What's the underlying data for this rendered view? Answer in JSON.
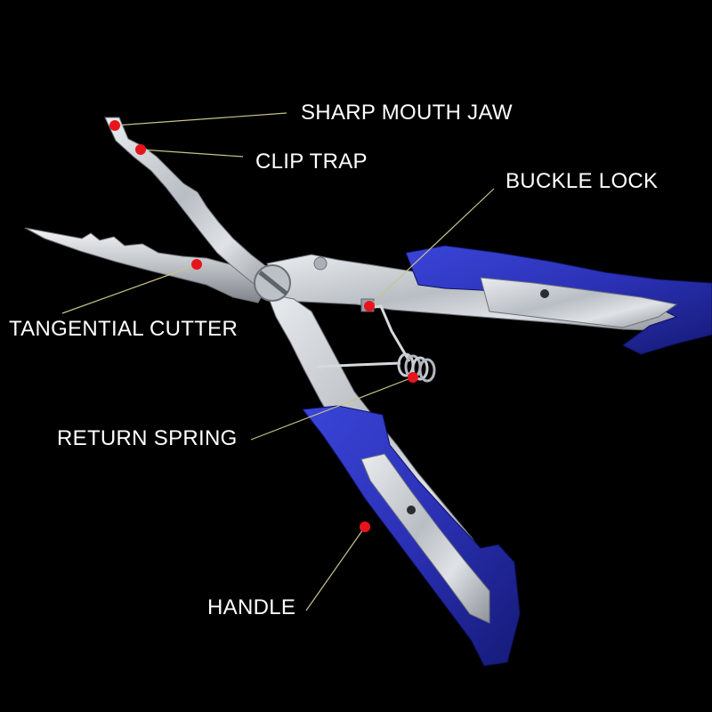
{
  "background_color": "#000000",
  "accent_colors": {
    "handle_blue": "#2a2fb8",
    "steel": "#c9cdd2",
    "marker_red": "#e8141c",
    "leader_line": "#c9c38a"
  },
  "callouts": [
    {
      "id": "sharp-mouth-jaw",
      "label": "SHARP MOUTH JAW"
    },
    {
      "id": "clip-trap",
      "label": "CLIP TRAP"
    },
    {
      "id": "buckle-lock",
      "label": "BUCKLE LOCK"
    },
    {
      "id": "tangential-cutter",
      "label": "TANGENTIAL CUTTER"
    },
    {
      "id": "return-spring",
      "label": "RETURN SPRING"
    },
    {
      "id": "handle",
      "label": "HANDLE"
    }
  ]
}
